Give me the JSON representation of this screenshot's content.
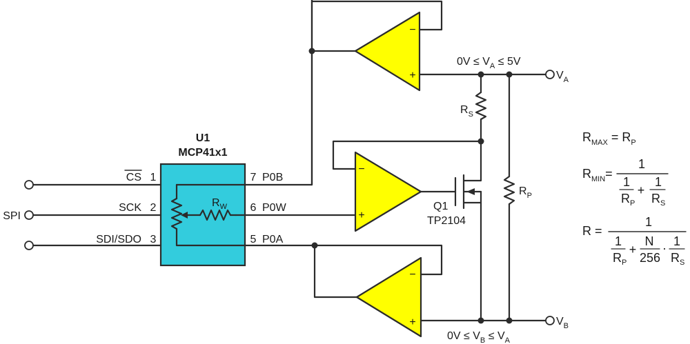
{
  "u1": {
    "ref": "U1",
    "part": "MCP41x1"
  },
  "pins": {
    "cs_name": "CS",
    "cs_num": "1",
    "sck_name": "SCK",
    "sck_num": "2",
    "sdi_name": "SDI/SDO",
    "sdi_num": "3",
    "p0b_num": "7",
    "p0b_name": "P0B",
    "p0w_num": "6",
    "p0w_name": "P0W",
    "p0a_num": "5",
    "p0a_name": "P0A"
  },
  "spi_label": "SPI",
  "rw": {
    "main": "R",
    "sub": "W"
  },
  "rs": {
    "main": "R",
    "sub": "S"
  },
  "rp": {
    "main": "R",
    "sub": "P"
  },
  "q1": {
    "ref": "Q1",
    "part": "TP2104"
  },
  "opamp_signs": {
    "minus": "−",
    "plus": "+"
  },
  "va_range": {
    "left": "0V ≤ V",
    "sub": "A",
    "right": " ≤ 5V"
  },
  "vb_range": {
    "left": "0V ≤ V",
    "sub": "B",
    "right": " ≤ V",
    "sub2": "A"
  },
  "va_out": {
    "main": "V",
    "sub": "A"
  },
  "vb_out": {
    "main": "V",
    "sub": "B"
  },
  "equations": {
    "rmax": {
      "lhs": "R",
      "lhs_sub": "MAX",
      "eq": " = ",
      "rhs": "R",
      "rhs_sub": "P"
    },
    "rmin": {
      "lhs": "R",
      "lhs_sub": "MIN",
      "eq": "=",
      "num": "1",
      "t1_num": "1",
      "t1_den": "R",
      "t1_den_sub": "P",
      "plus": "+",
      "t2_num": "1",
      "t2_den": "R",
      "t2_den_sub": "S"
    },
    "r": {
      "lhs": "R",
      "eq": " = ",
      "num": "1",
      "t1_num": "1",
      "t1_den": "R",
      "t1_den_sub": "P",
      "plus": "+",
      "n": "N",
      "k": "256",
      "dot": "·",
      "t3_num": "1",
      "t3_den": "R",
      "t3_den_sub": "S"
    }
  }
}
